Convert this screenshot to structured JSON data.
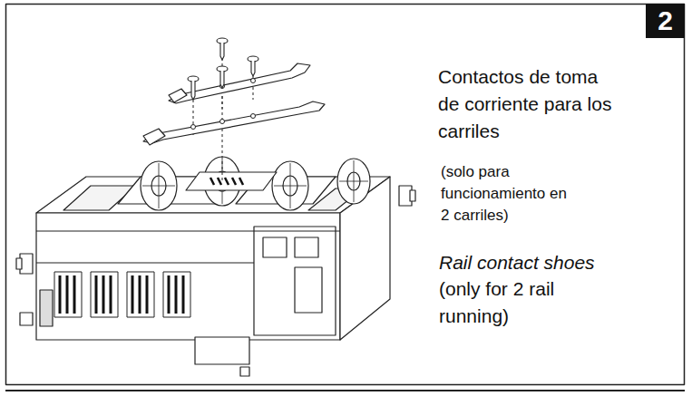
{
  "diagram": {
    "nodes": [
      {
        "text": [
          "2"
        ]
      }
    ],
    "labels": [
      "Contactos de toma de corriente para los carriles",
      "(solo para funcionamiento en 2 carriles)",
      "Rail contact shoes",
      "(only for 2 rail running)"
    ]
  }
}
